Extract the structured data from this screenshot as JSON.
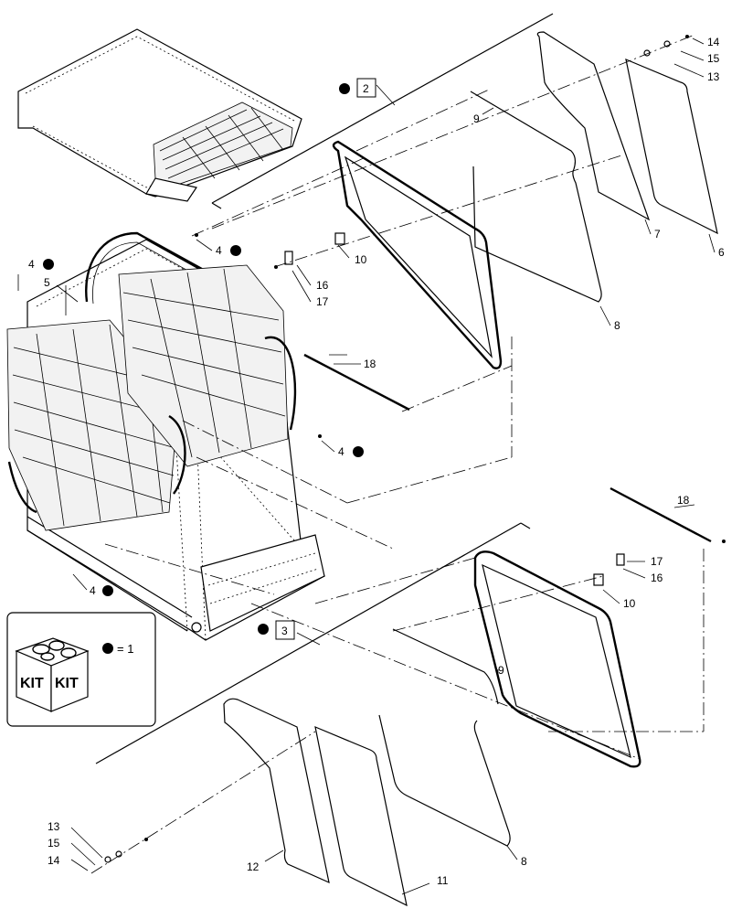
{
  "callouts": {
    "c14a": "14",
    "c15a": "15",
    "c13a": "13",
    "c9a": "9",
    "c7": "7",
    "c6": "6",
    "c10a": "10",
    "c16a": "16",
    "c17a": "17",
    "c8a": "8",
    "c18a": "18",
    "c4a": "4",
    "c4b": "4",
    "c4c": "4",
    "c4d": "4",
    "c5": "5",
    "c2": "2",
    "c3": "3",
    "c18b": "18",
    "c17b": "17",
    "c16b": "16",
    "c10b": "10",
    "c9b": "9",
    "c8b": "8",
    "c13b": "13",
    "c15b": "15",
    "c14b": "14",
    "c12": "12",
    "c11": "11"
  },
  "legend": {
    "kit_word_1": "KIT",
    "kit_word_2": "KIT",
    "equals": "= 1"
  }
}
